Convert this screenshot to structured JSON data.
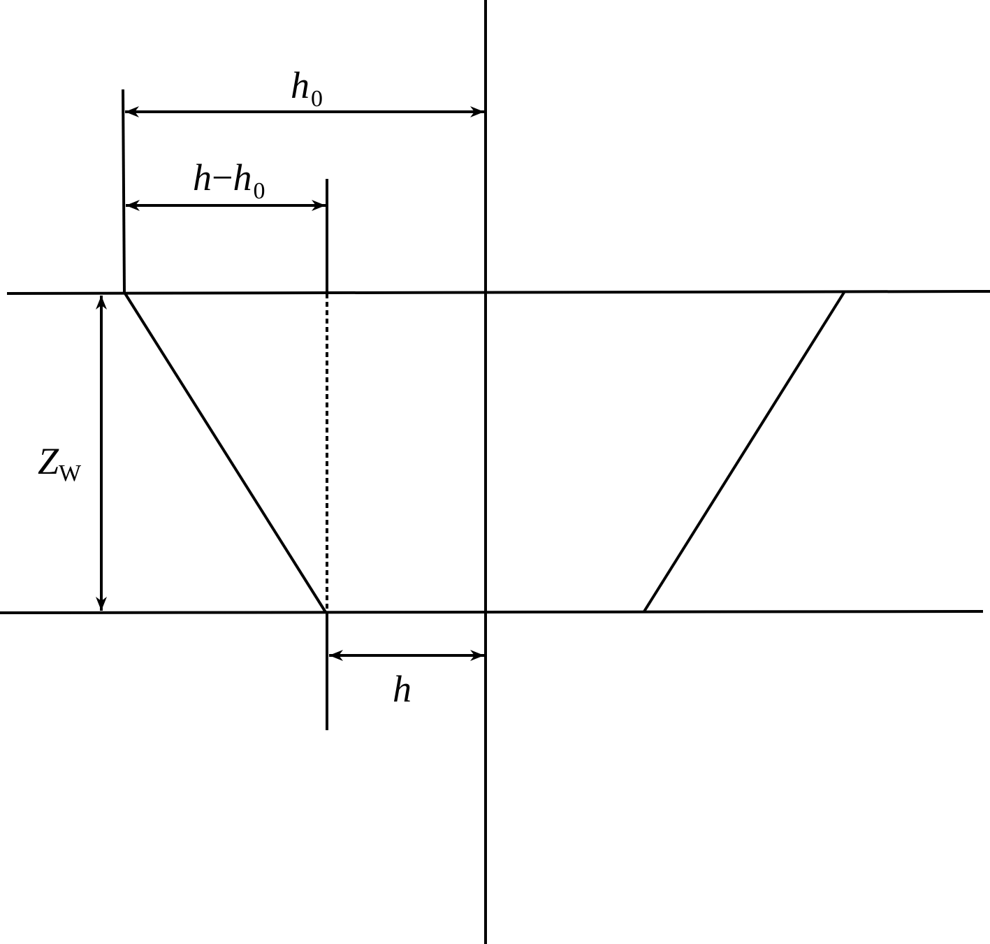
{
  "colors": {
    "line": "#000000",
    "background": "#ffffff"
  },
  "labels": {
    "h0": {
      "main": "h",
      "sub": "0"
    },
    "h_minus_h0": {
      "a": "h",
      "minus": "−",
      "b": "h",
      "sub": "0"
    },
    "zw": {
      "main": "Z",
      "sub": "W"
    },
    "h": {
      "main": "h"
    }
  }
}
